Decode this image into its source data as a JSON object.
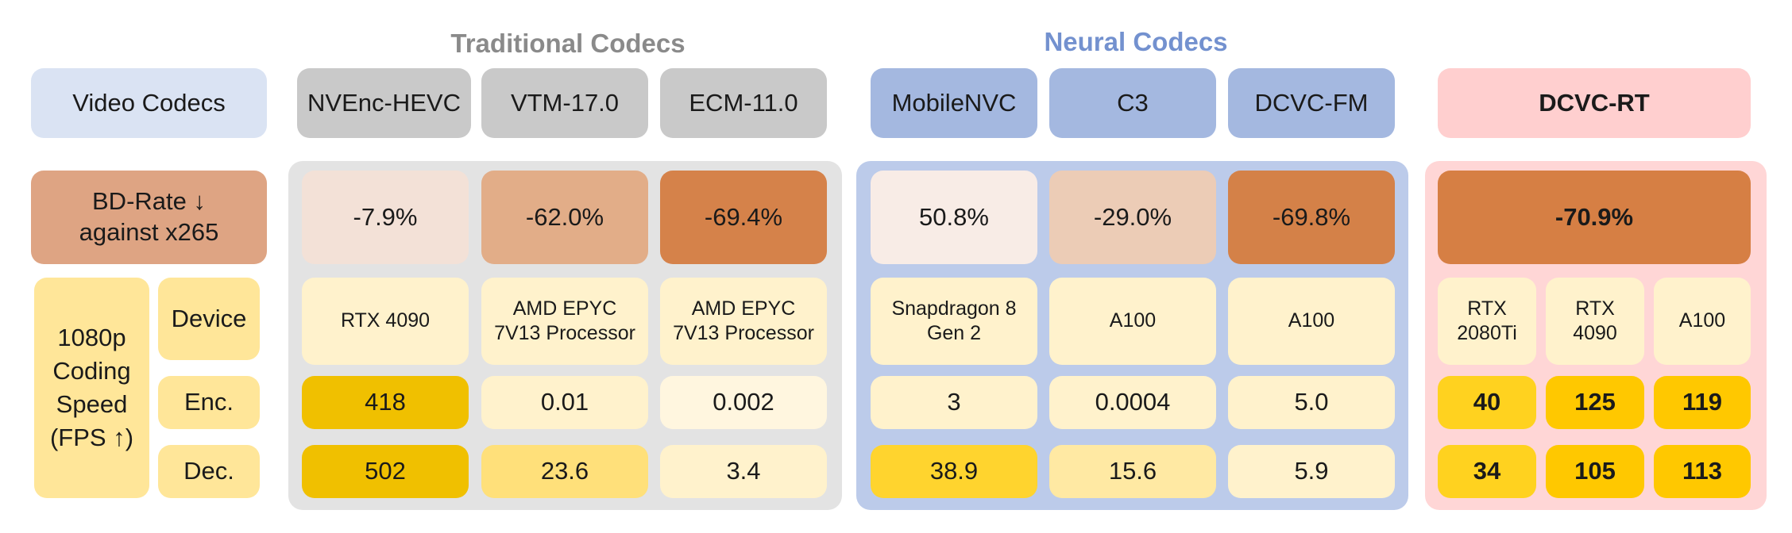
{
  "groups": {
    "traditional": "Traditional Codecs",
    "neural": "Neural Codecs"
  },
  "row_labels": {
    "video_codecs": "Video Codecs",
    "bd_rate_line1": "BD-Rate ↓",
    "bd_rate_line2": "against x265",
    "speed_line1": "1080p",
    "speed_line2": "Coding",
    "speed_line3": "Speed",
    "speed_line4": "(FPS ↑)",
    "device": "Device",
    "enc": "Enc.",
    "dec": "Dec."
  },
  "codecs": [
    {
      "name": "NVEnc-HEVC",
      "bd_rate": "-7.9%",
      "device": [
        "RTX 4090"
      ],
      "enc": "418",
      "dec": "502"
    },
    {
      "name": "VTM-17.0",
      "bd_rate": "-62.0%",
      "device": [
        "AMD EPYC",
        "7V13 Processor"
      ],
      "enc": "0.01",
      "dec": "23.6"
    },
    {
      "name": "ECM-11.0",
      "bd_rate": "-69.4%",
      "device": [
        "AMD EPYC",
        "7V13 Processor"
      ],
      "enc": "0.002",
      "dec": "3.4"
    },
    {
      "name": "MobileNVC",
      "bd_rate": "50.8%",
      "device": [
        "Snapdragon 8",
        "Gen 2"
      ],
      "enc": "3",
      "dec": "38.9"
    },
    {
      "name": "C3",
      "bd_rate": "-29.0%",
      "device": [
        "A100"
      ],
      "enc": "0.0004",
      "dec": "15.6"
    },
    {
      "name": "DCVC-FM",
      "bd_rate": "-69.8%",
      "device": [
        "A100"
      ],
      "enc": "5.0",
      "dec": "5.9"
    }
  ],
  "dcvc_rt": {
    "name": "DCVC-RT",
    "bd_rate": "-70.9%",
    "devices": [
      {
        "device": [
          "RTX",
          "2080Ti"
        ],
        "enc": "40",
        "dec": "34"
      },
      {
        "device": [
          "RTX",
          "4090"
        ],
        "enc": "125",
        "dec": "105"
      },
      {
        "device": [
          "A100"
        ],
        "enc": "119",
        "dec": "113"
      }
    ]
  },
  "colors": {
    "video_codecs_bg": "#dae3f3",
    "trad_header_bg": "#c9c9c9",
    "trad_panel_bg": "#e3e3e3",
    "neural_header_bg": "#a4b8e0",
    "neural_panel_bg": "#bccbea",
    "neural_title": "#7391cf",
    "trad_title": "#8c8c8c",
    "rt_bg": "#ffcfcf",
    "bd_label_bg": "#dea483",
    "speed_label_bg": "#ffe699"
  }
}
